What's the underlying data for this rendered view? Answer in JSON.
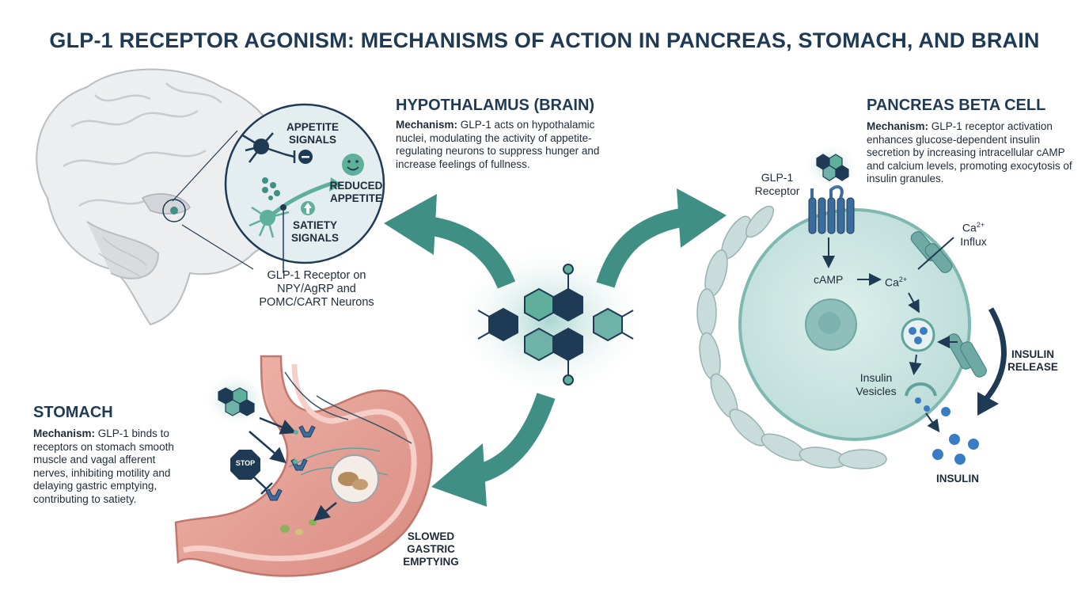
{
  "title": "GLP-1 RECEPTOR AGONISM: MECHANISMS OF ACTION IN PANCREAS, STOMACH, AND BRAIN",
  "brain": {
    "heading": "HYPOTHALAMUS (BRAIN)",
    "mechanism_label": "Mechanism:",
    "mechanism_text": " GLP-1 acts on hypothalamic nuclei, modulating the activity of appetite-regulating neurons to suppress hunger and increase feelings of fullness.",
    "appetite_signals": "APPETITE SIGNALS",
    "reduced_appetite": "REDUCED APPETITE",
    "satiety_signals": "SATIETY SIGNALS",
    "receptor_note": "GLP-1 Receptor on NPY/AgRP and POMC/CART Neurons"
  },
  "pancreas": {
    "heading": "PANCREAS BETA CELL",
    "mechanism_label": "Mechanism:",
    "mechanism_text": " GLP-1 receptor activation enhances glucose-dependent insulin secretion by increasing intracellular cAMP and calcium levels, promoting exocytosis of insulin granules.",
    "receptor": "GLP-1 Receptor",
    "ca_influx_ion": "Ca",
    "ca_influx_sup": "2+",
    "ca_influx_word": "Influx",
    "camp": "cAMP",
    "ca_ion": "Ca",
    "ca_sup": "2+",
    "vesicles": "Insulin Vesicles",
    "insulin_release": "INSULIN RELEASE",
    "insulin": "INSULIN"
  },
  "stomach": {
    "heading": "STOMACH",
    "mechanism_label": "Mechanism:",
    "mechanism_text": " GLP-1 binds to receptors on stomach smooth muscle and vagal afferent nerves, inhibiting motility and delaying gastric emptying, contributing to satiety.",
    "stop": "STOP",
    "slowed": "SLOWED GASTRIC EMPTYING"
  },
  "colors": {
    "navy": "#1f3a55",
    "teal": "#3f8f85",
    "teal_light": "#6fb3a8",
    "stomach_pink": "#e8a49a",
    "cell_fill": "#cfe6e4"
  }
}
